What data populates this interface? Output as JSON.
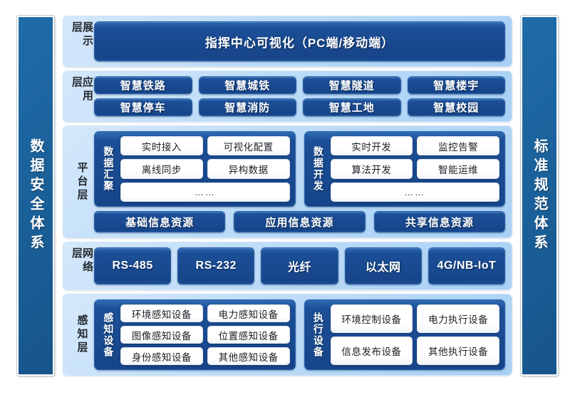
{
  "colors": {
    "dark_blue": "#17458a",
    "mid_blue": "#1F6CA8",
    "light_panel": "#bcdcf8",
    "chip_white": "#ffffff"
  },
  "left_pillar": {
    "label": "数据安全体系"
  },
  "right_pillar": {
    "label": "标准规范体系"
  },
  "layers": {
    "presentation": {
      "label": "展示层",
      "banner": "指挥中心可视化（PC端/移动端）"
    },
    "application": {
      "label": "应用层",
      "row1": [
        "智慧铁路",
        "智慧城铁",
        "智慧隧道",
        "智慧楼宇"
      ],
      "row2": [
        "智慧停车",
        "智慧消防",
        "智慧工地",
        "智慧校园"
      ]
    },
    "platform": {
      "label": "平台层",
      "group_left": {
        "label": "数据汇聚",
        "row1": [
          "实时接入",
          "可视化配置"
        ],
        "row2": [
          "离线同步",
          "异构数据"
        ],
        "row3": [
          "……"
        ]
      },
      "group_right": {
        "label": "数据开发",
        "row1": [
          "实时开发",
          "监控告警"
        ],
        "row2": [
          "算法开发",
          "智能运维"
        ],
        "row3": [
          "……"
        ]
      },
      "resources": [
        "基础信息资源",
        "应用信息资源",
        "共享信息资源"
      ]
    },
    "network": {
      "label": "网络层",
      "items": [
        "RS-485",
        "RS-232",
        "光纤",
        "以太网",
        "4G/NB-IoT"
      ]
    },
    "perception": {
      "label": "感知层",
      "group_left": {
        "label": "感知设备",
        "row1": [
          "环境感知设备",
          "电力感知设备"
        ],
        "row2": [
          "图像感知设备",
          "位置感知设备"
        ],
        "row3": [
          "身份感知设备",
          "其他感知设备"
        ]
      },
      "group_right": {
        "label": "执行设备",
        "row1": [
          "环境控制设备",
          "电力执行设备"
        ],
        "row2": [
          "信息发布设备",
          "其他执行设备"
        ]
      }
    }
  }
}
